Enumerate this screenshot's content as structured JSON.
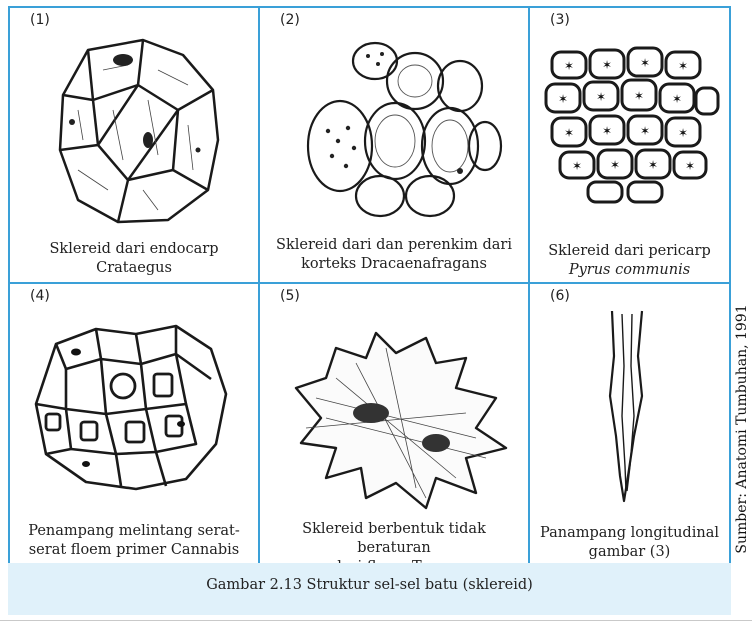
{
  "caption": "Gambar 2.13  Struktur sel-sel batu (sklereid)",
  "source": "Sumber: Anatomi Tumbuhan, 1991",
  "panels": [
    {
      "number": "(1)",
      "caption_line1": "Sklereid dari endocarp",
      "caption_line2": "Crataegus",
      "drawing_name": "crataegus-endocarp-sclereid-drawing"
    },
    {
      "number": "(2)",
      "caption_line1": "Sklereid dari dan perenkim dari",
      "caption_line2": "korteks Dracaenafragans",
      "drawing_name": "dracaena-cortex-sclereid-drawing"
    },
    {
      "number": "(3)",
      "caption_line1": "Sklereid dari pericarp",
      "caption_line2": "Pyrus communis",
      "drawing_name": "pyrus-pericarp-sclereid-drawing"
    },
    {
      "number": "(4)",
      "caption_line1": "Penampang melintang serat-",
      "caption_line2": "serat floem primer Cannabis",
      "drawing_name": "cannabis-phloem-fiber-cross-section-drawing"
    },
    {
      "number": "(5)",
      "caption_line1": "Sklereid berbentuk tidak beraturan",
      "caption_line2": "dari floem Tsuga",
      "drawing_name": "tsuga-phloem-irregular-sclereid-drawing"
    },
    {
      "number": "(6)",
      "caption_line1": "Panampang longitudinal",
      "caption_line2": "gambar (3)",
      "drawing_name": "longitudinal-section-drawing"
    }
  ]
}
